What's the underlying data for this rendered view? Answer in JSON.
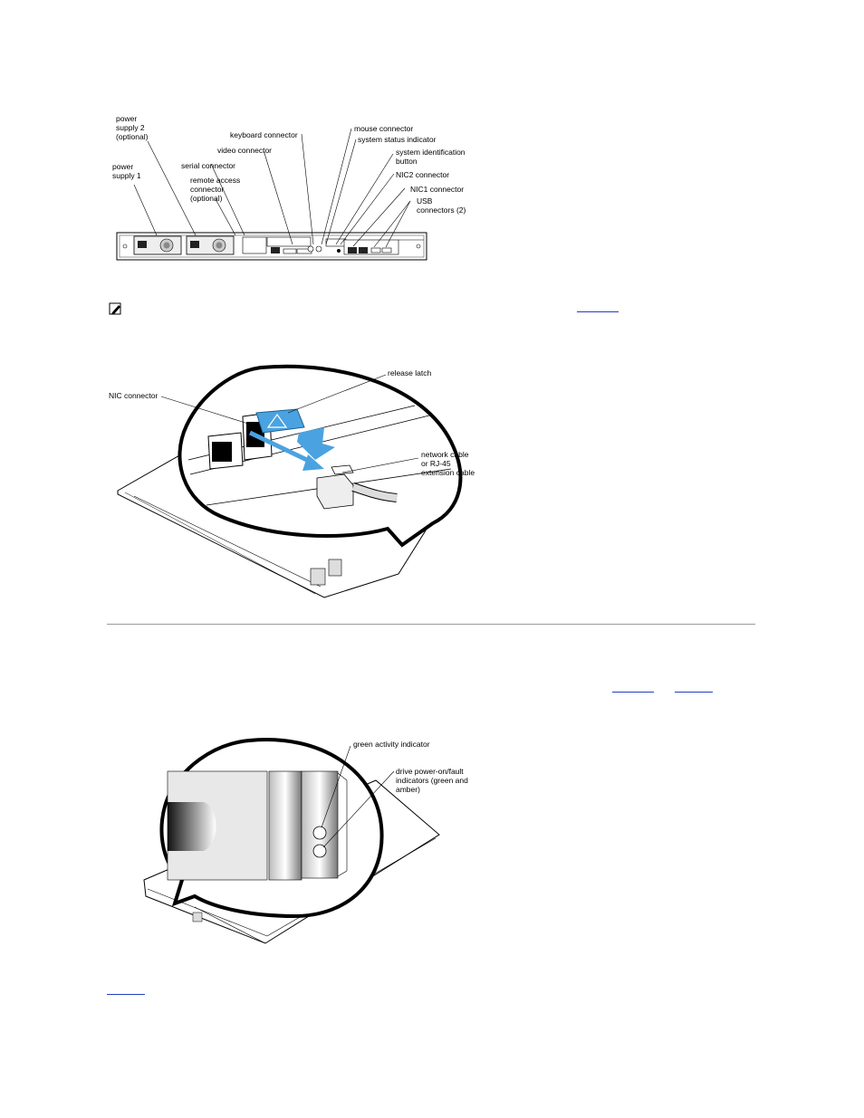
{
  "figure1": {
    "labels": {
      "power_supply_2": "power\nsupply 2\n(optional)",
      "power_supply_1": "power\nsupply 1",
      "keyboard_connector": "keyboard connector",
      "video_connector": "video connector",
      "serial_connector": "serial connector",
      "remote_access_connector": "remote access\nconnector\n(optional)",
      "mouse_connector": "mouse connector",
      "system_status_indicator": "system status indicator",
      "system_identification_button": "system identification\nbutton",
      "nic2_connector": "NIC2 connector",
      "nic1_connector": "NIC1 connector",
      "usb_connectors": "USB\nconnectors (2)"
    }
  },
  "figure2": {
    "labels": {
      "release_latch": "release latch",
      "nic_connector": "NIC connector",
      "network_cable": "network cable\nor RJ-45\nextension cable"
    }
  },
  "figure3": {
    "labels": {
      "green_activity_indicator": "green activity indicator",
      "drive_power_fault": "drive power-on/fault\nindicators (green and\namber)"
    }
  },
  "colors": {
    "link": "#1f3fbf",
    "latch_blue": "#4aa3e0",
    "rule": "#9a9a9a"
  }
}
